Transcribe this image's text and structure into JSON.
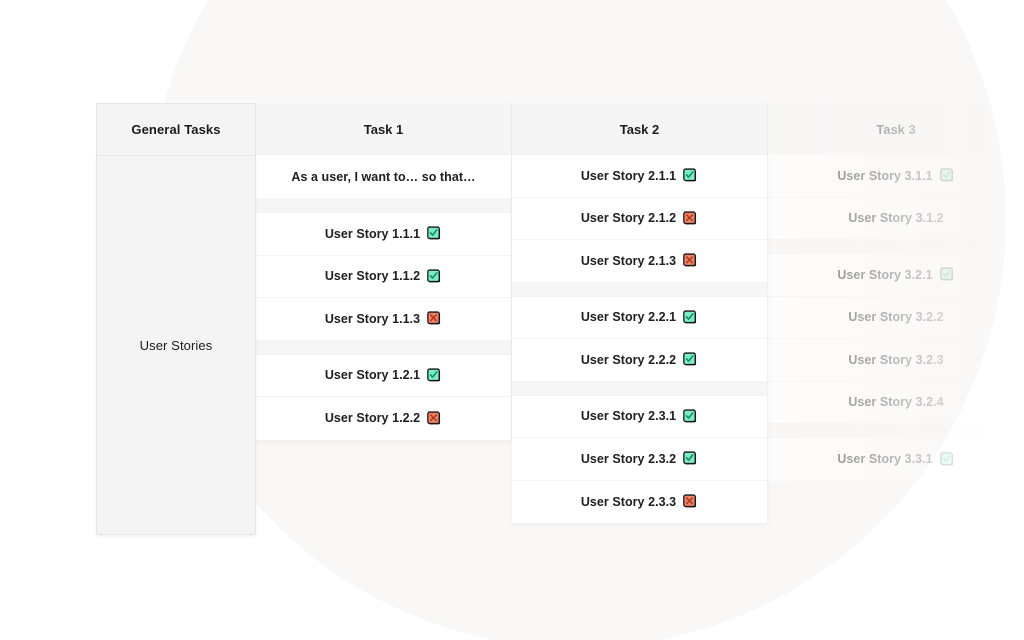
{
  "background": {
    "page_color": "#ffffff",
    "blob_color": "#faf8f6"
  },
  "colors": {
    "header_bg": "#f5f5f5",
    "sidebar_bg": "#f4f4f4",
    "row_bg": "#ffffff",
    "spacer_bg": "#f6f6f6",
    "text": "#1c1c1c",
    "check_fill": "#7bebc0",
    "check_stroke": "#15171a",
    "check_mark": "#0f8f63",
    "cross_fill": "#ef8268",
    "cross_stroke": "#15171a",
    "cross_mark": "#b23a1e"
  },
  "sidebar": {
    "header_label": "General Tasks",
    "body_label": "User Stories"
  },
  "columns": [
    {
      "id": "task1",
      "header": "Task 1",
      "faded": false,
      "rows": [
        {
          "type": "item",
          "label": "As a user, I want to… so that…",
          "status": "none"
        },
        {
          "type": "spacer"
        },
        {
          "type": "item",
          "label": "User Story 1.1.1",
          "status": "check"
        },
        {
          "type": "item",
          "label": "User Story 1.1.2",
          "status": "check"
        },
        {
          "type": "item",
          "label": "User Story 1.1.3",
          "status": "cross"
        },
        {
          "type": "spacer"
        },
        {
          "type": "item",
          "label": "User Story 1.2.1",
          "status": "check"
        },
        {
          "type": "item",
          "label": "User Story 1.2.2",
          "status": "cross"
        }
      ]
    },
    {
      "id": "task2",
      "header": "Task 2",
      "faded": false,
      "rows": [
        {
          "type": "item",
          "label": "User Story 2.1.1",
          "status": "check"
        },
        {
          "type": "item",
          "label": "User Story 2.1.2",
          "status": "cross"
        },
        {
          "type": "item",
          "label": "User Story 2.1.3",
          "status": "cross"
        },
        {
          "type": "spacer"
        },
        {
          "type": "item",
          "label": "User Story 2.2.1",
          "status": "check"
        },
        {
          "type": "item",
          "label": "User Story 2.2.2",
          "status": "check"
        },
        {
          "type": "spacer"
        },
        {
          "type": "item",
          "label": "User Story 2.3.1",
          "status": "check"
        },
        {
          "type": "item",
          "label": "User Story 2.3.2",
          "status": "check"
        },
        {
          "type": "item",
          "label": "User Story 2.3.3",
          "status": "cross"
        }
      ]
    },
    {
      "id": "task3",
      "header": "Task 3",
      "faded": true,
      "rows": [
        {
          "type": "item",
          "label": "User Story 3.1.1",
          "status": "check"
        },
        {
          "type": "item",
          "label": "User Story 3.1.2",
          "status": "none"
        },
        {
          "type": "spacer"
        },
        {
          "type": "item",
          "label": "User Story 3.2.1",
          "status": "check"
        },
        {
          "type": "item",
          "label": "User Story 3.2.2",
          "status": "none"
        },
        {
          "type": "item",
          "label": "User Story 3.2.3",
          "status": "none"
        },
        {
          "type": "item",
          "label": "User Story 3.2.4",
          "status": "none"
        },
        {
          "type": "spacer"
        },
        {
          "type": "item",
          "label": "User Story 3.3.1",
          "status": "check"
        }
      ]
    }
  ],
  "icons": {
    "check": "checkbox-checked-icon",
    "cross": "checkbox-crossed-icon"
  }
}
